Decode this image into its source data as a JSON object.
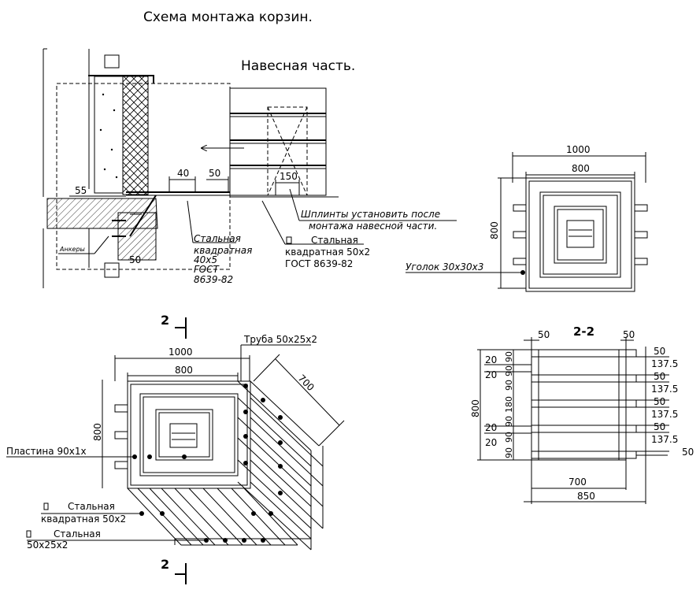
{
  "title": "Схема монтажа корзин.",
  "hanging_part": "Навесная часть.",
  "elevation": {
    "dim_40": "40",
    "dim_50": "50",
    "dim_55": "55",
    "dim_150": "150",
    "dim_50_low": "50",
    "anchors": "Анкеры",
    "angle_note": [
      "Стальная",
      "квадратная",
      "40х5",
      "ГОСТ",
      "8639-82"
    ],
    "tube_note": [
      "Стальная",
      "квадратная 50х2",
      "ГОСТ 8639-82"
    ],
    "pins_note": [
      "Шплинты установить после",
      "монтажа навесной части."
    ]
  },
  "front_view": {
    "dim_1000": "1000",
    "dim_800": "800",
    "dim_800_side": "800",
    "corner_note": "Уголок 30х30х3"
  },
  "plan_view": {
    "section_mark": "2",
    "dim_1000": "1000",
    "dim_800": "800",
    "dim_800_side": "800",
    "dim_700": "700",
    "pipe_note": "Труба 50х25х2",
    "plate_note": "Пластина 90х1х",
    "steel_square_note": [
      "Стальная",
      "квадратная 50х2"
    ],
    "steel_note": [
      "Стальная",
      "50х25х2"
    ]
  },
  "section_view": {
    "label": "2-2",
    "top_50_left": "50",
    "top_50_right": "50",
    "right_dims": [
      "50",
      "137.5",
      "50",
      "137.5",
      "50",
      "137.5",
      "50",
      "137.5",
      "50"
    ],
    "left_20": [
      "20",
      "20",
      "20",
      "20"
    ],
    "left_90": [
      "90",
      "90",
      "90",
      "180",
      "90",
      "90",
      "90"
    ],
    "dim_800": "800",
    "dim_700": "700",
    "dim_850": "850"
  }
}
